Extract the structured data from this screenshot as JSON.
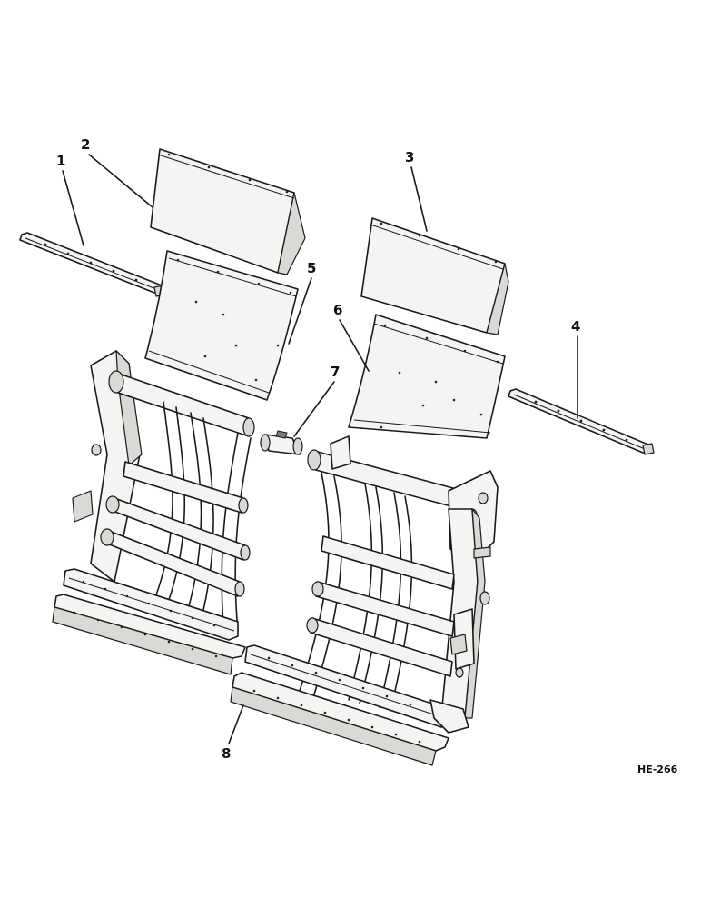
{
  "diagram": {
    "callouts": [
      {
        "id": "1",
        "label": "1"
      },
      {
        "id": "2",
        "label": "2"
      },
      {
        "id": "3",
        "label": "3"
      },
      {
        "id": "4",
        "label": "4"
      },
      {
        "id": "5",
        "label": "5"
      },
      {
        "id": "6",
        "label": "6"
      },
      {
        "id": "7",
        "label": "7"
      },
      {
        "id": "8",
        "label": "8"
      }
    ],
    "figure_code": "HE-266"
  }
}
